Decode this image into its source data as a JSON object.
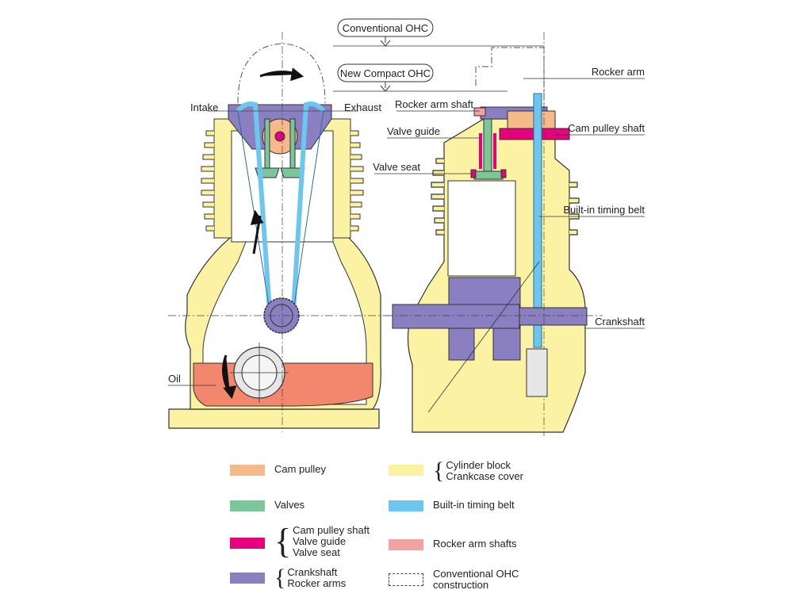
{
  "header_labels": {
    "conventional_ohc": "Conventional OHC",
    "new_compact_ohc": "New Compact OHC"
  },
  "left_callouts": {
    "intake": "Intake",
    "exhaust": "Exhaust",
    "oil": "Oil"
  },
  "right_callouts": {
    "rocker_arm": "Rocker arm",
    "rocker_arm_shaft": "Rocker arm shaft",
    "cam_pulley_shaft": "Cam pulley shaft",
    "valve_guide": "Valve guide",
    "valve_seat": "Valve seat",
    "built_in_timing_belt": "Built-in timing belt",
    "crankshaft": "Crankshaft"
  },
  "legend": {
    "cam_pulley": {
      "lines": [
        "Cam pulley"
      ],
      "color": "#f6b98a"
    },
    "cylinder_block": {
      "lines": [
        "Cylinder block",
        "Crankcase cover"
      ],
      "color": "#fbf3a3",
      "brace": "{"
    },
    "valves": {
      "lines": [
        "Valves"
      ],
      "color": "#7cc79a"
    },
    "timing_belt": {
      "lines": [
        "Built-in timing belt"
      ],
      "color": "#6cc6ee"
    },
    "cam_pulley_shaft_group": {
      "lines": [
        "Cam pulley shaft",
        "Valve guide",
        "Valve seat"
      ],
      "color": "#e6007e",
      "brace": "{"
    },
    "rocker_arm_shafts": {
      "lines": [
        "Rocker arm shafts"
      ],
      "color": "#f3a2a2"
    },
    "crankshaft_group": {
      "lines": [
        "Crankshaft",
        "Rocker arms"
      ],
      "color": "#8a7fc0",
      "brace": "{"
    },
    "conventional_ohc_construction": {
      "lines": [
        "Conventional OHC",
        "construction"
      ],
      "color": "#ffffff"
    }
  }
}
